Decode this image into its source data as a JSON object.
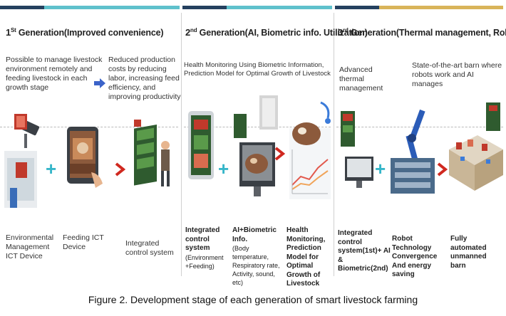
{
  "generations": [
    {
      "num": "1",
      "sup": "St",
      "title_rest": " Generation(Improved convenience)",
      "descs": [
        "Possible to manage livestock environment remotely and feeding livestock in each growth stage",
        "Reduced production costs by reducing labor, increasing feed efficiency, and improving productivity"
      ],
      "labels": [
        "Environmental Management ICT Device",
        "Feeding ICT Device",
        "Integrated control system"
      ]
    },
    {
      "num": "2",
      "sup": "nd",
      "title_rest": " Generation(AI, Biometric info. Utilization)",
      "descs": [
        "Health Monitoring Using Biometric Information, Prediction Model for Optimal Growth of Livestock"
      ],
      "labels": [
        {
          "main": "Integrated control system",
          "sub": "(Environment +Feeding)"
        },
        {
          "main": "AI+Biometric Info.",
          "sub": "(Body temperature, Respiratory rate, Activity, sound, etc)"
        },
        {
          "main": "Health Monitoring, Prediction Model for Optimal Growth of Livestock",
          "sub": ""
        }
      ]
    },
    {
      "num": "3",
      "sup": "rd",
      "title_rest": " Generation(Thermal management, Robot)",
      "descs": [
        "Advanced thermal management",
        "State-of-the-art barn where robots work and AI manages"
      ],
      "labels": [
        {
          "main": "Integrated control system(1st)+ AI & Biometric(2nd)"
        },
        {
          "main": "Robot Technology Convergence And energy saving"
        },
        {
          "main": "Fully automated unmanned barn"
        }
      ]
    }
  ],
  "caption": "Figure 2. Development stage of each generation of smart livestock farming",
  "colors": {
    "band_dark": "#25415f",
    "band_teal": "#5fc1cc",
    "band_gold": "#d9b45a",
    "plus": "#36b6c9",
    "arrow_red": "#d0281f",
    "arrow_blue": "#3b63c9"
  },
  "icons": [
    "plus-icon",
    "red-arrow-icon",
    "blue-arrow-icon",
    "cctv-illustration",
    "tablet-illustration",
    "control-panel-illustration",
    "cow-scan-illustration",
    "growth-chart-illustration",
    "robot-arm-illustration",
    "automated-barn-illustration"
  ]
}
